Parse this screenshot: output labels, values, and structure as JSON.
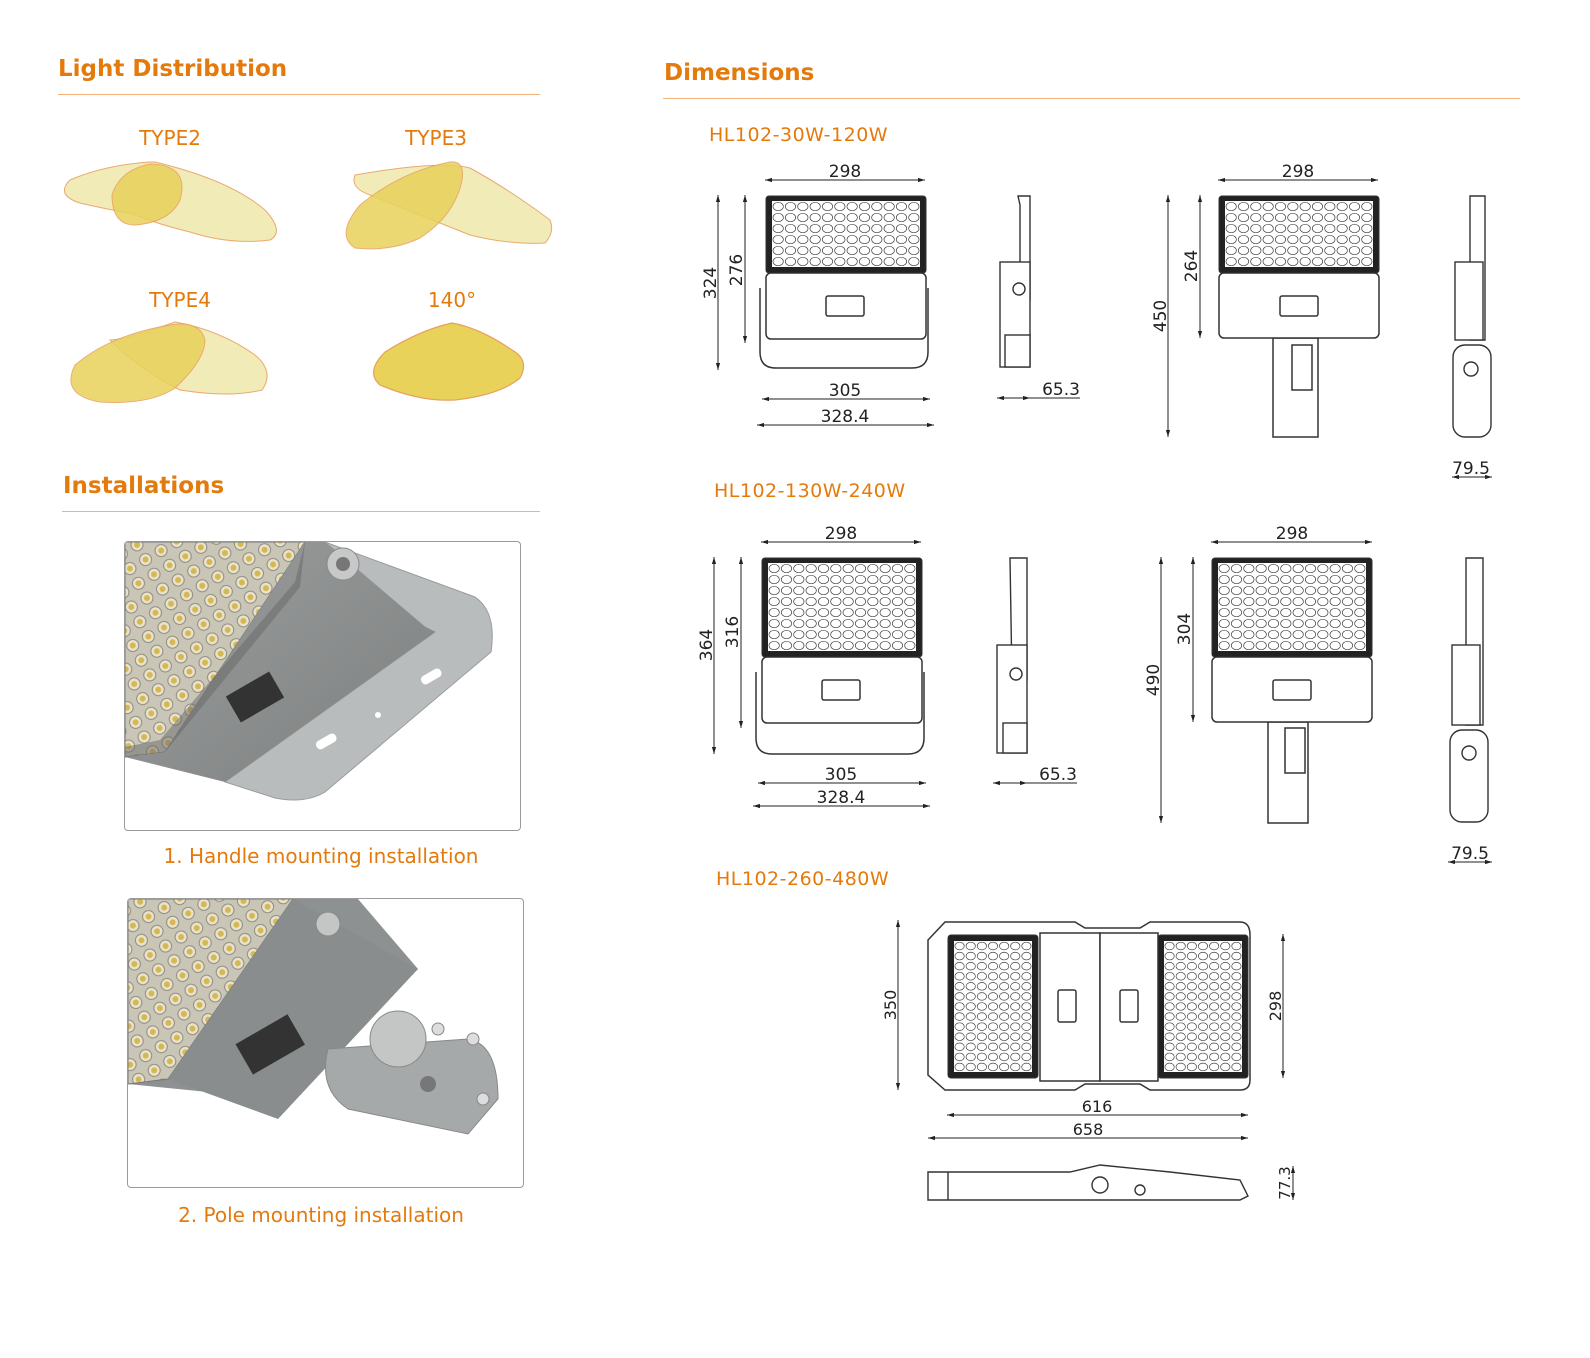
{
  "light_distribution": {
    "title": "Light Distribution",
    "types": [
      {
        "label": "TYPE2"
      },
      {
        "label": "TYPE3"
      },
      {
        "label": "TYPE4"
      },
      {
        "label": "140°"
      }
    ]
  },
  "installations": {
    "title": "Installations",
    "items": [
      {
        "caption": "1. Handle mounting installation"
      },
      {
        "caption": "2. Pole mounting installation"
      }
    ]
  },
  "dimensions": {
    "title": "Dimensions",
    "models": [
      {
        "name": "HL102-30W-120W",
        "handle": {
          "width": "298",
          "height_total": "324",
          "height_body": "276",
          "bracket_inner": "305",
          "bracket_outer": "328.4",
          "depth": "65.3"
        },
        "pole": {
          "width": "298",
          "height_total": "450",
          "height_body": "264",
          "depth": "79.5"
        }
      },
      {
        "name": "HL102-130W-240W",
        "handle": {
          "width": "298",
          "height_total": "364",
          "height_body": "316",
          "bracket_inner": "305",
          "bracket_outer": "328.4",
          "depth": "65.3"
        },
        "pole": {
          "width": "298",
          "height_total": "490",
          "height_body": "304",
          "depth": "79.5"
        }
      },
      {
        "name": "HL102-260-480W",
        "top": {
          "height_total": "350",
          "height_panel": "298",
          "width_inner": "616",
          "width_outer": "658",
          "depth": "77.3"
        }
      }
    ]
  },
  "colors": {
    "accent": "#E57A0C",
    "rule": "#F3B27A",
    "beam_light": "#F0EBB0",
    "beam_dark": "#E8D25A"
  }
}
